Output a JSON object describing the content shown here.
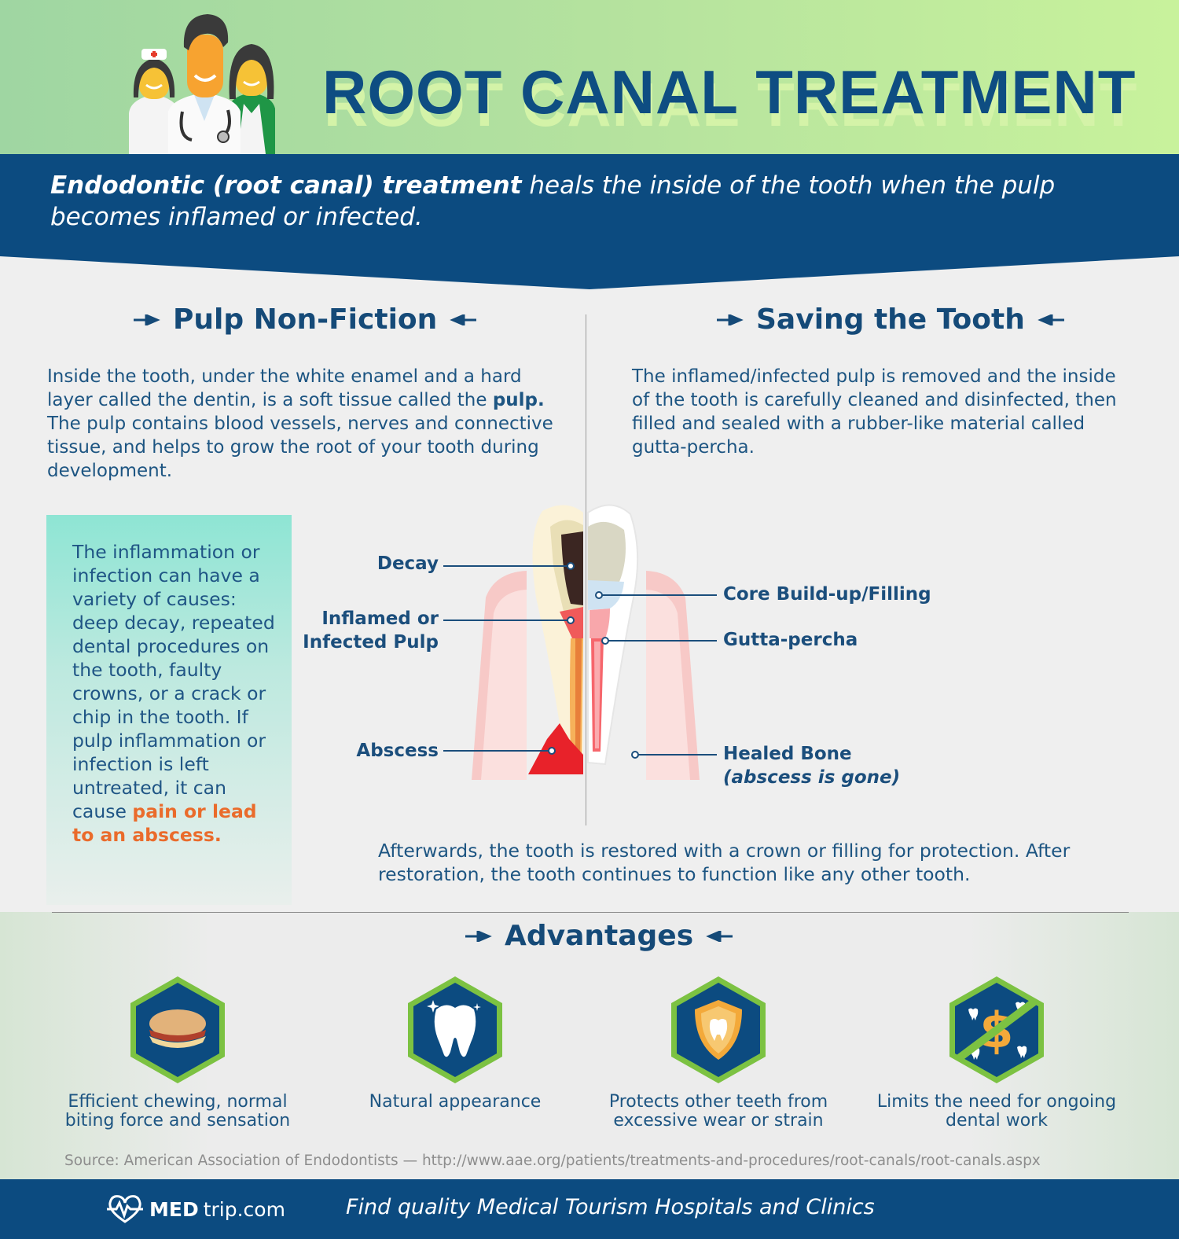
{
  "header": {
    "title": "ROOT CANAL TREATMENT"
  },
  "intro": {
    "bold": "Endodontic (root canal) treatment",
    "rest": " heals the inside of the tooth when the pulp becomes inflamed or infected."
  },
  "left": {
    "heading": "Pulp Non-Fiction",
    "para_a": "Inside the tooth, under the white enamel and a hard layer called the dentin, is a soft tissue called the ",
    "para_bold": "pulp.",
    "para_b": " The pulp contains blood vessels, nerves and connective tissue, and helps to grow the root of your tooth during development."
  },
  "right": {
    "heading": "Saving the Tooth",
    "para": "The inflamed/infected pulp is removed and the inside of the tooth is carefully cleaned and disinfected, then filled and sealed with a rubber-like material called gutta-percha."
  },
  "causes": {
    "text": "The inflammation or infection can have a variety of causes: deep decay, repeated dental procedures on the tooth, faulty crowns, or a crack or chip in the tooth. If pulp inflammation or infection is left untreated, it can cause ",
    "highlight": "pain or lead to an abscess."
  },
  "diagram": {
    "decay": "Decay",
    "inflamed_1": "Inflamed or",
    "inflamed_2": "Infected Pulp",
    "abscess": "Abscess",
    "core": "Core Build-up/Filling",
    "gutta": "Gutta-percha",
    "healed": "Healed Bone",
    "healed_sub": "(abscess is gone)"
  },
  "after": "Afterwards, the tooth is restored with a crown or filling for protection. After restoration, the tooth continues to function like any other tooth.",
  "advantages": {
    "heading": "Advantages",
    "items": [
      {
        "icon": "sandwich-icon",
        "line1": "Efficient chewing, normal",
        "line2": "biting force and sensation"
      },
      {
        "icon": "shiny-tooth-icon",
        "line1": "Natural appearance",
        "line2": ""
      },
      {
        "icon": "shield-tooth-icon",
        "line1": "Protects other teeth from",
        "line2": "excessive wear or strain"
      },
      {
        "icon": "no-money-icon",
        "line1": "Limits the need for ongoing",
        "line2": "dental work"
      }
    ]
  },
  "source": "Source: American Association of Endodontists — http://www.aae.org/patients/treatments-and-procedures/root-canals/root-canals.aspx",
  "footer": {
    "brand_bold": "MED",
    "brand_rest": "trip.com",
    "tagline": "Find quality Medical Tourism Hospitals and Clinics"
  },
  "colors": {
    "navy": "#0c4b80",
    "heading": "#154a78",
    "accent": "#ea6b2b",
    "hex_green": "#7cc242"
  }
}
